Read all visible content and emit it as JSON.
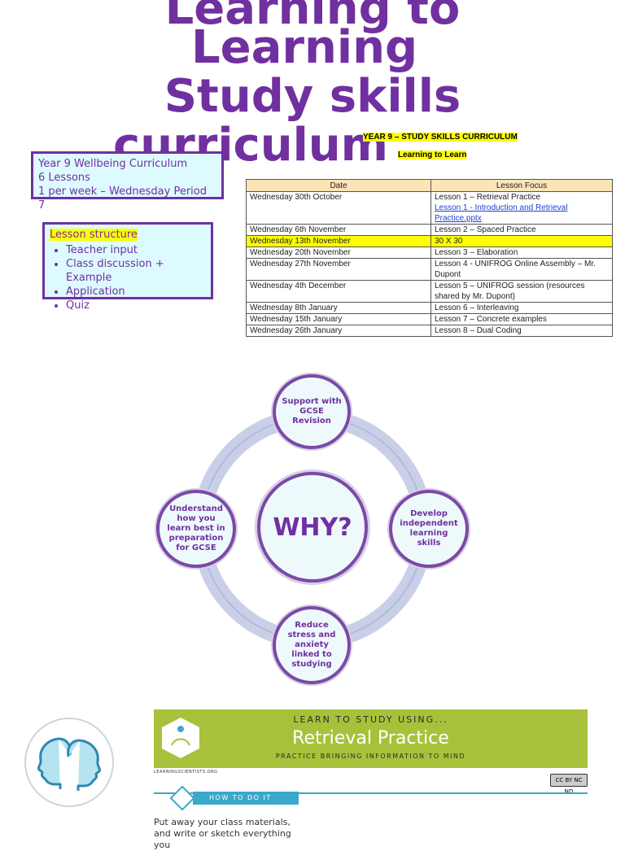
{
  "title": {
    "line1": "Learning to",
    "line2": "Learning",
    "line3": "Study skills",
    "line4": "curriculum"
  },
  "info_box": {
    "lines": [
      "Year 9 Wellbeing Curriculum",
      "6 Lessons",
      "1 per week – Wednesday Period 7"
    ]
  },
  "lesson_box": {
    "heading": "Lesson structure",
    "items": [
      "Teacher input",
      "Class discussion + Example",
      "Application",
      "Quiz"
    ]
  },
  "doc": {
    "title": "YEAR 9 – STUDY SKILLS CURRICULUM",
    "subtitle": "Learning to Learn",
    "headers": [
      "Date",
      "Lesson Focus"
    ],
    "rows": [
      {
        "date": "Wednesday 30th October",
        "focus": "Lesson 1 – Retrieval Practice",
        "link": "Lesson 1 - Introduction and Retrieval Practice.pptx"
      },
      {
        "date": "Wednesday 6th November",
        "focus": "Lesson 2 – Spaced Practice"
      },
      {
        "date": "Wednesday 13th November",
        "focus": "30 X 30",
        "highlight": true
      },
      {
        "date": "Wednesday 20th November",
        "focus": "Lesson 3 – Elaboration"
      },
      {
        "date": "Wednesday 27th November",
        "focus": "Lesson 4 - UNIFROG Online Assembly – Mr. Dupont"
      },
      {
        "date": "Wednesday 4th December",
        "focus": "Lesson 5 – UNIFROG session (resources shared by Mr. Dupont)"
      },
      {
        "date": "Wednesday 8th January",
        "focus": "Lesson 6 – Interleaving"
      },
      {
        "date": "Wednesday 15th January",
        "focus": "Lesson 7 – Concrete examples"
      },
      {
        "date": "Wednesday 26th January",
        "focus": "Lesson 8 – Dual Coding"
      }
    ]
  },
  "diagram": {
    "center": "WHY?",
    "top": "Support with GCSE Revision",
    "right": "Develop independent learning skills",
    "bottom": "Reduce stress and anxiety linked to studying",
    "left": "Understand how you learn best in preparation for GCSE"
  },
  "poster": {
    "banner_top": "LEARN TO STUDY USING...",
    "banner_main": "Retrieval Practice",
    "banner_sub": "PRACTICE BRINGING INFORMATION TO MIND",
    "site": "LEARNINGSCIENTISTS.ORG",
    "how_to": "HOW TO DO IT",
    "body": "Put away your class materials, and write or sketch everything you",
    "license": "CC BY NC ND"
  },
  "colors": {
    "purple": "#7030a0",
    "box_fill": "#ddfafe",
    "banner_green": "#a7c23a",
    "accent_blue": "#3aa8c8"
  }
}
